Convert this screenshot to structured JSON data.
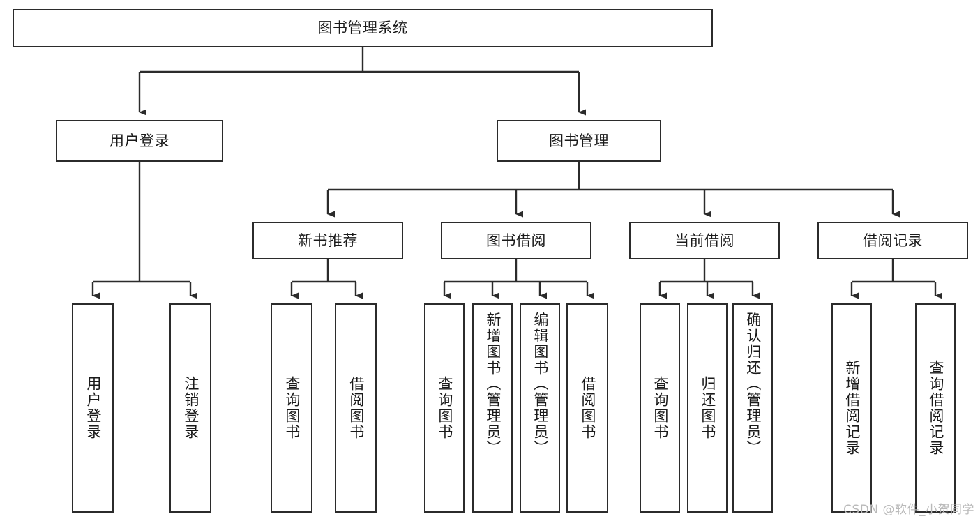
{
  "diagram": {
    "title": "图书管理系统",
    "type": "tree-hierarchy",
    "orientation": "top-down",
    "colors": {
      "box_border": "#2b2b2b",
      "box_fill": "#ffffff",
      "edge": "#2b2b2b",
      "text": "#1a1a1a",
      "watermark": "#b9b9b9",
      "background": "#ffffff"
    },
    "watermark": "CSDN @软件_小贺同学"
  },
  "nodes": {
    "root": {
      "label": "图书管理系统",
      "level": 0
    },
    "level1": [
      {
        "id": "user-login",
        "label": "用户登录"
      },
      {
        "id": "book-manage",
        "label": "图书管理"
      }
    ],
    "level2": [
      {
        "id": "new-book-recommend",
        "label": "新书推荐"
      },
      {
        "id": "book-borrow",
        "label": "图书借阅"
      },
      {
        "id": "current-borrow",
        "label": "当前借阅"
      },
      {
        "id": "borrow-record",
        "label": "借阅记录"
      }
    ],
    "leaves": {
      "user-login": [
        {
          "id": "leaf-user-login",
          "label": "用户登录"
        },
        {
          "id": "leaf-logout",
          "label": "注销登录"
        }
      ],
      "new-book-recommend": [
        {
          "id": "leaf-query-book-1",
          "label": "查询图书"
        },
        {
          "id": "leaf-borrow-book-1",
          "label": "借阅图书"
        }
      ],
      "book-borrow": [
        {
          "id": "leaf-query-book-2",
          "label": "查询图书"
        },
        {
          "id": "leaf-add-book",
          "label": "新增图书（管理员）"
        },
        {
          "id": "leaf-edit-book",
          "label": "编辑图书（管理员）"
        },
        {
          "id": "leaf-borrow-book-2",
          "label": "借阅图书"
        }
      ],
      "current-borrow": [
        {
          "id": "leaf-query-book-3",
          "label": "查询图书"
        },
        {
          "id": "leaf-return-book",
          "label": "归还图书"
        },
        {
          "id": "leaf-confirm-return",
          "label": "确认归还（管理员）"
        }
      ],
      "borrow-record": [
        {
          "id": "leaf-add-record",
          "label": "新增借阅记录"
        },
        {
          "id": "leaf-query-record",
          "label": "查询借阅记录"
        }
      ]
    }
  }
}
